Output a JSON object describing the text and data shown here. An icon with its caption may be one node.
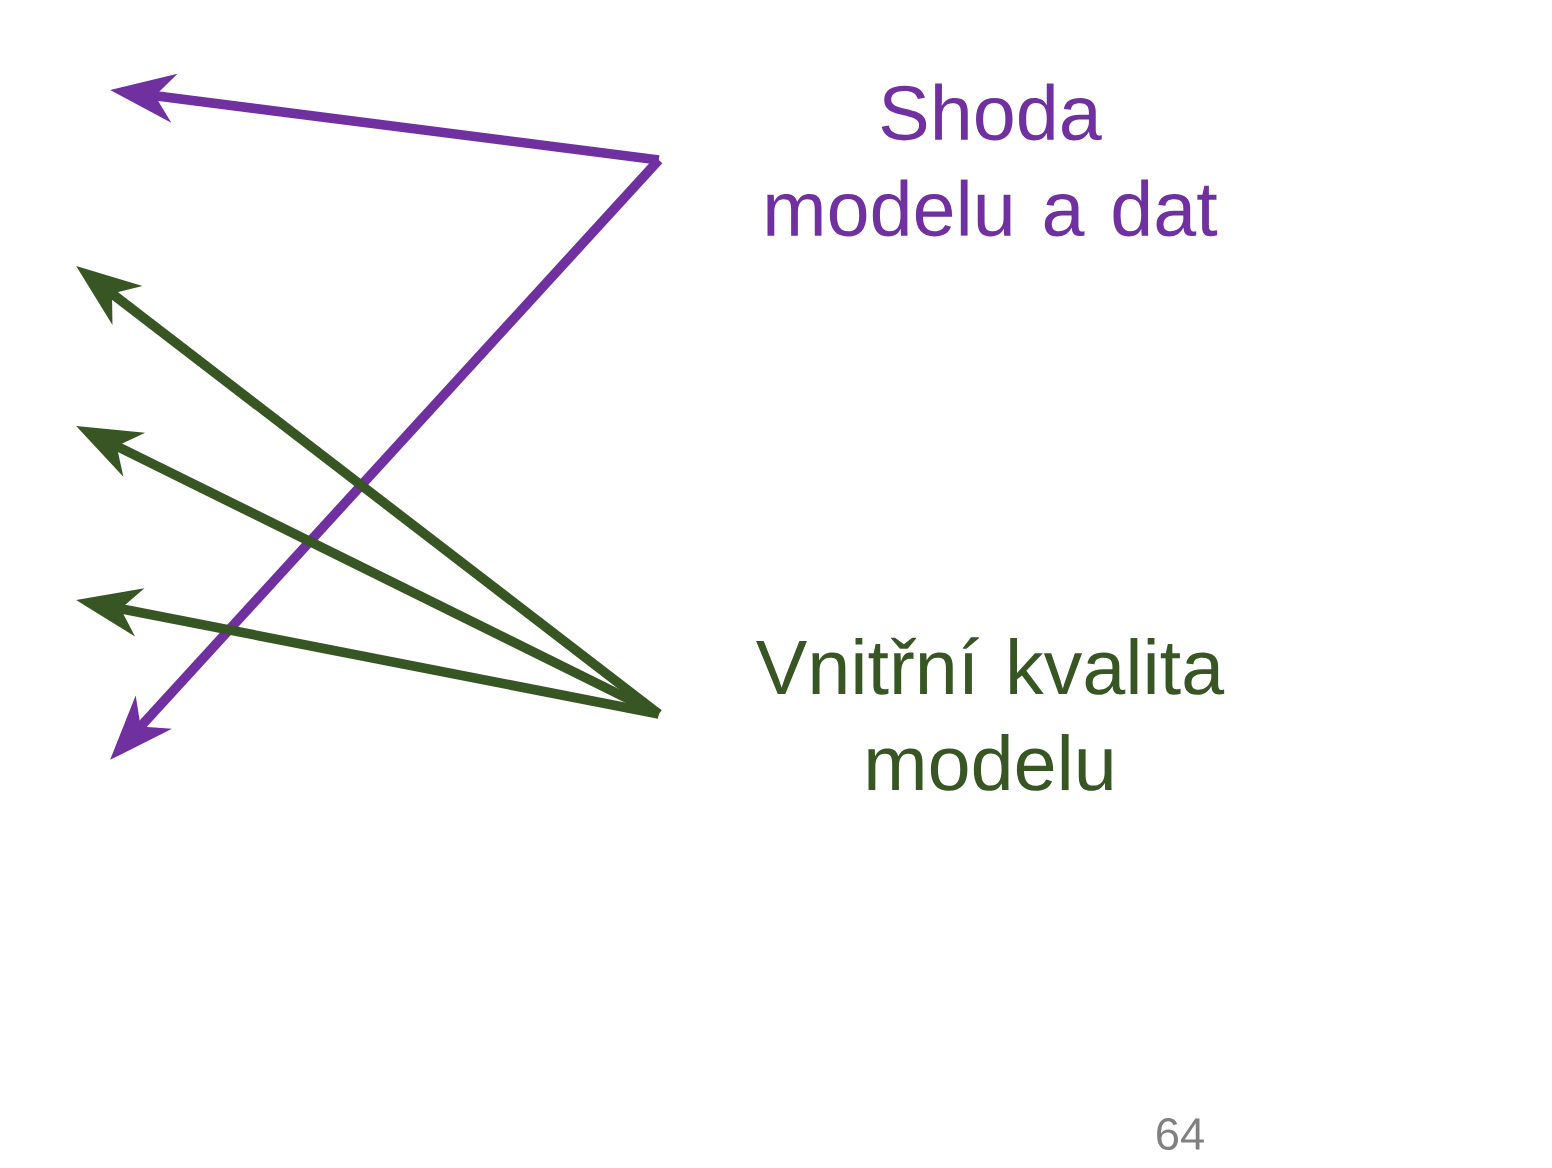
{
  "diagram": {
    "nodes": [
      {
        "text": [
          "Shoda modelu a dat"
        ]
      },
      {
        "text": [
          "Vnitřní kvalita modelu"
        ]
      }
    ],
    "edges": [
      {
        "from": 0,
        "to": null,
        "arrow": "to",
        "color": "#7030a0"
      },
      {
        "from": 0,
        "to": null,
        "arrow": "to",
        "color": "#7030a0"
      },
      {
        "from": 1,
        "to": null,
        "arrow": "to"
      },
      {
        "from": 1,
        "to": null,
        "arrow": "to"
      },
      {
        "from": 1,
        "to": null,
        "arrow": "to"
      }
    ],
    "labels": [
      "64"
    ]
  }
}
